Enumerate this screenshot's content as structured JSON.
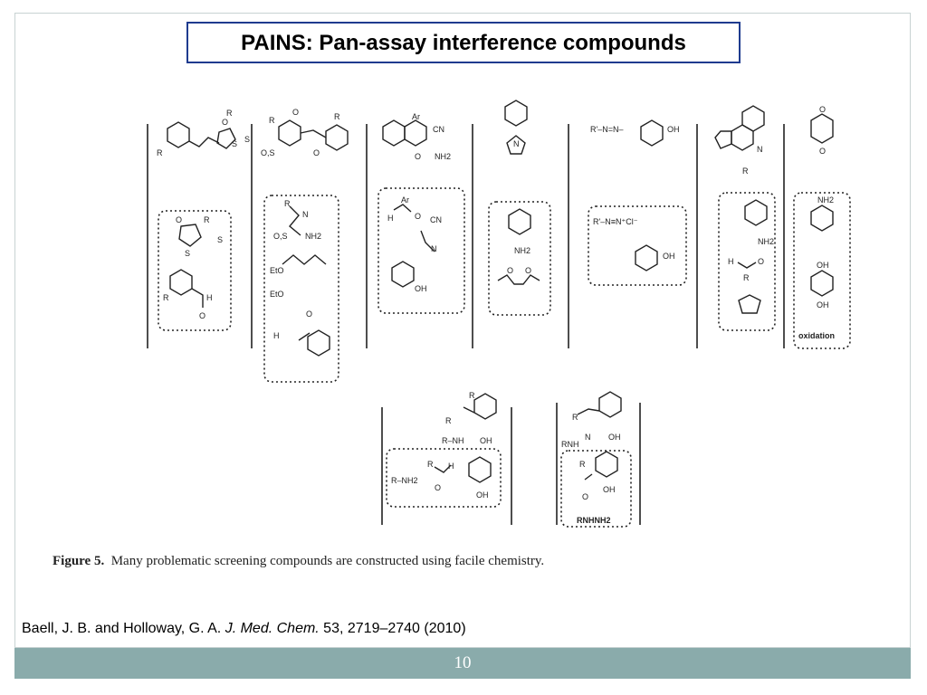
{
  "slide": {
    "title": "PAINS: Pan-assay interference compounds",
    "page_number": "10"
  },
  "figure": {
    "caption_label": "Figure 5.",
    "caption_text": "Many problematic screening compounds are constructed using facile chemistry.",
    "labels": {
      "oxidation": "oxidation",
      "rnhnh2": "RNHNH2",
      "diazonium": "R'–N≡N⁺Cl⁻",
      "azo": "R'–N=N–",
      "oh": "OH",
      "nh2": "NH2",
      "cn": "CN",
      "ar": "Ar",
      "r": "R",
      "etooc": "EtO",
      "s": "S",
      "o": "O",
      "n": "N",
      "h": "H",
      "r_nh2": "R–NH2",
      "r_nh": "R–NH",
      "rnh_n": "RNH",
      "os": "O,S"
    }
  },
  "citation": {
    "authors": "Baell, J. B. and Holloway, G. A. ",
    "journal": "J. Med. Chem.",
    "details": " 53, 2719–2740 (2010)"
  }
}
